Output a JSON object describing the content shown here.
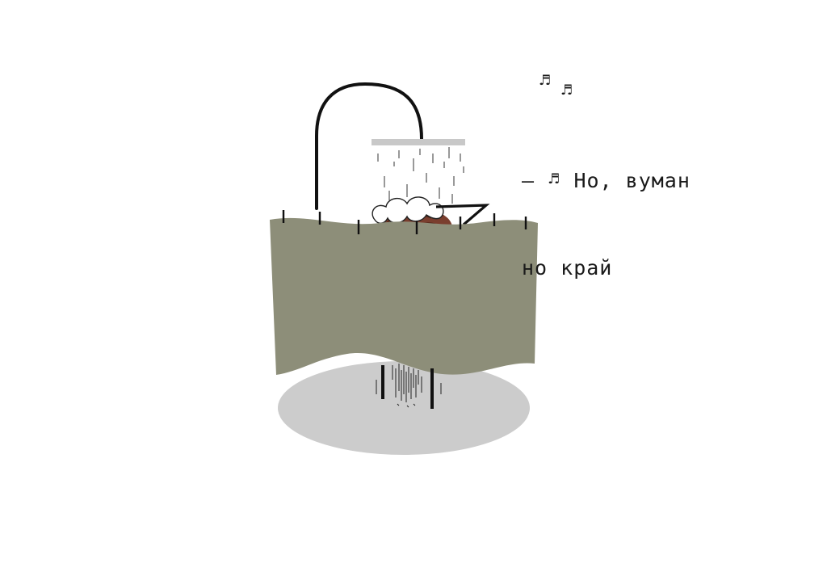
{
  "caption": {
    "line1_dash": "–",
    "line1_text": "Но, вуман",
    "line2_text": "но край"
  },
  "icons": {
    "music_note": "♬",
    "shower_head": "shower-head-icon",
    "curtain": "shower-curtain"
  },
  "colors": {
    "curtain": "#8d8e79",
    "floor_shadow": "#cccccc",
    "shower_head": "#c8c8c8",
    "pipe": "#111111",
    "hair": "#7a3e2e",
    "foam": "#ffffff"
  }
}
